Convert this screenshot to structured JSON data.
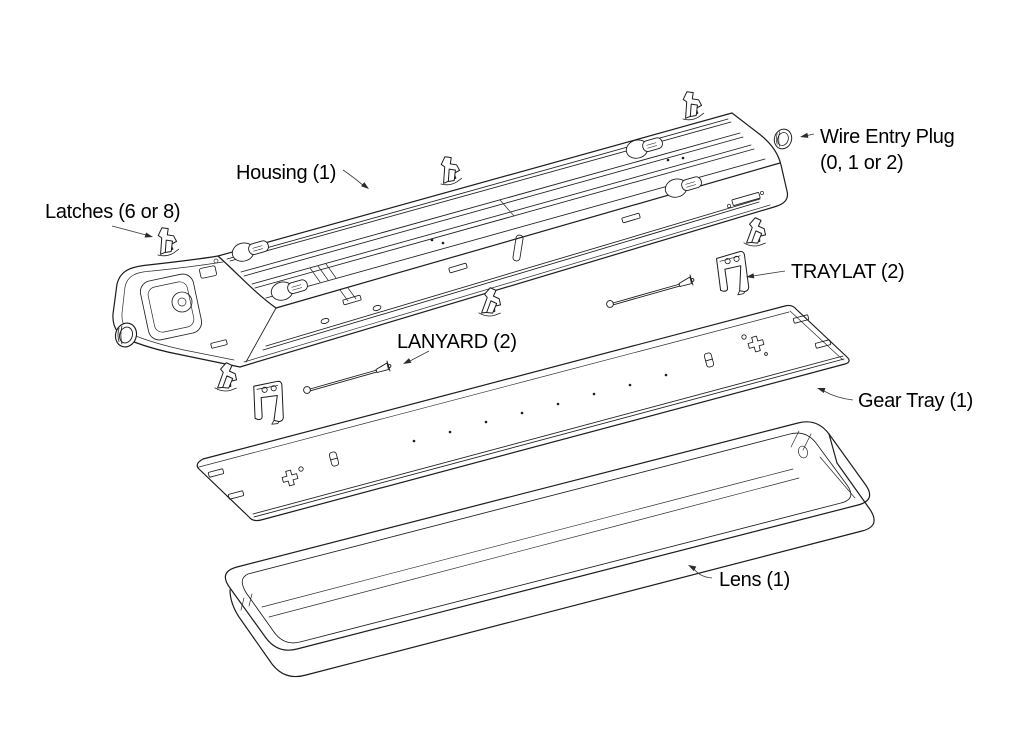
{
  "diagram": {
    "type": "exploded-parts-diagram",
    "background_color": "#ffffff",
    "line_color": "#1c1c1c",
    "label_color": "#000000",
    "labels": {
      "housing": "Housing (1)",
      "latches": "Latches (6 or 8)",
      "wire_entry_plug_line1": "Wire Entry Plug",
      "wire_entry_plug_line2": "(0, 1 or 2)",
      "traylat": "TRAYLAT (2)",
      "lanyard": "LANYARD (2)",
      "gear_tray": "Gear Tray (1)",
      "lens": "Lens (1)"
    }
  }
}
